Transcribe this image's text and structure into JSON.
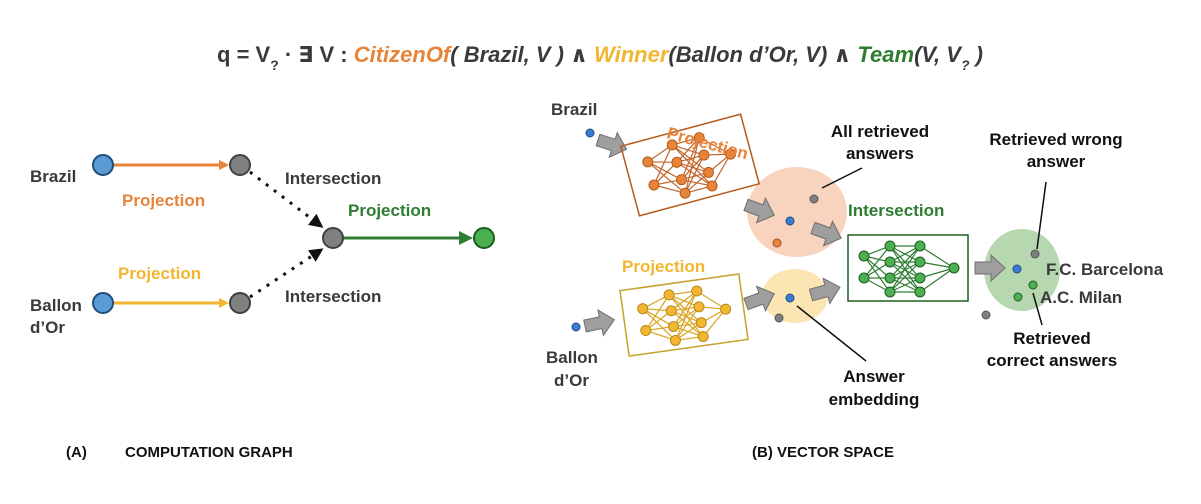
{
  "formula": {
    "prefix": "q = V",
    "sub_q": "?",
    "dot_exists": " · ∃ V : ",
    "rel1": "CitizenOf",
    "args1": "( Brazil, V )",
    "wedge1": " ∧ ",
    "rel2": "Winner",
    "args2": "(Ballon d’Or, V)",
    "wedge2": " ∧ ",
    "rel3": "Team",
    "args3_open": "(V, V",
    "sub_q2": "?",
    "args3_close": " )"
  },
  "panel_a": {
    "brazil": "Brazil",
    "ballon_line1": "Ballon",
    "ballon_line2": "d’Or",
    "projection_orange": "Projection",
    "projection_yellow": "Projection",
    "projection_green": "Projection",
    "intersection_top": "Intersection",
    "intersection_bottom": "Intersection",
    "caption_letter": "(A)",
    "caption_text": "COMPUTATION GRAPH"
  },
  "panel_b": {
    "brazil": "Brazil",
    "ballon_line1": "Ballon",
    "ballon_line2": "d’Or",
    "projection_orange": "Projection",
    "projection_yellow": "Projection",
    "intersection": "Intersection",
    "all_retrieved_line1": "All retrieved",
    "all_retrieved_line2": "answers",
    "wrong_line1": "Retrieved wrong",
    "wrong_line2": "answer",
    "fc_barcelona": "F.C. Barcelona",
    "ac_milan": "A.C. Milan",
    "correct_line1": "Retrieved",
    "correct_line2": "correct answers",
    "answer_line1": "Answer",
    "answer_line2": "embedding",
    "caption": "(B) VECTOR SPACE"
  },
  "colors": {
    "orange": "#e8833a",
    "yellow": "#f2b630",
    "green": "#2e7d32",
    "blue_node": "#5b9bd5",
    "gray_node": "#7f7f7f"
  }
}
